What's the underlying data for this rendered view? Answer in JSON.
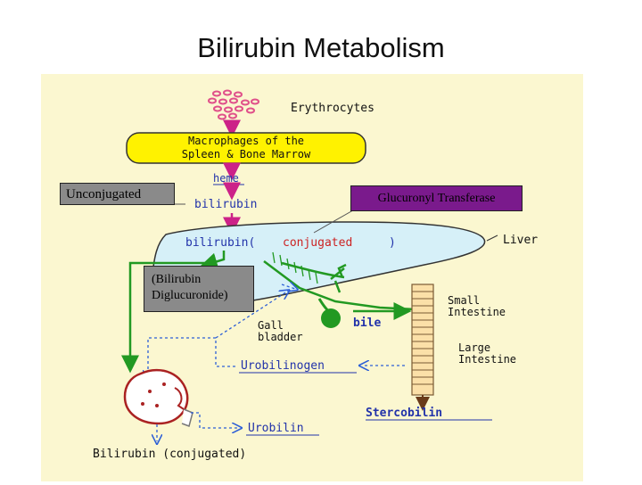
{
  "title": "Bilirubin Metabolism",
  "labels": {
    "erythrocytes": "Erythrocytes",
    "macrophages_line1": "Macrophages of the",
    "macrophages_line2": "Spleen & Bone Marrow",
    "heme": "heme",
    "bilirubin": "bilirubin",
    "bilirubin_conj_prefix": "bilirubin(",
    "bilirubin_conj_word": "conjugated",
    "bilirubin_conj_suffix": ")",
    "liver": "Liver",
    "gall_line1": "Gall",
    "gall_line2": "bladder",
    "bile": "bile",
    "small_line1": "Small",
    "small_line2": "Intestine",
    "large_line1": "Large",
    "large_line2": "Intestine",
    "urobilinogen": "Urobilinogen",
    "urobilin": "Urobilin",
    "stercobilin": "Stercobilin",
    "bilirubin_bottom": "Bilirubin (conjugated)"
  },
  "callouts": {
    "unconjugated": "Unconjugated",
    "glucuronyl": "Glucuronyl Transferase",
    "diglucuronide_line1": "(Bilirubin",
    "diglucuronide_line2": "Diglucuronide)"
  },
  "colors": {
    "panel": "#fbf7d0",
    "rbc": "#e0508a",
    "arrow_magenta": "#cc2288",
    "macro_box": "#fff200",
    "liver_fill": "#d6f0f8",
    "green": "#229922",
    "dotted_blue": "#2d5fd6",
    "intestine": "#fbe0a8",
    "callout_gray": "#8a8a8a",
    "callout_purple": "#7a1a8c"
  }
}
